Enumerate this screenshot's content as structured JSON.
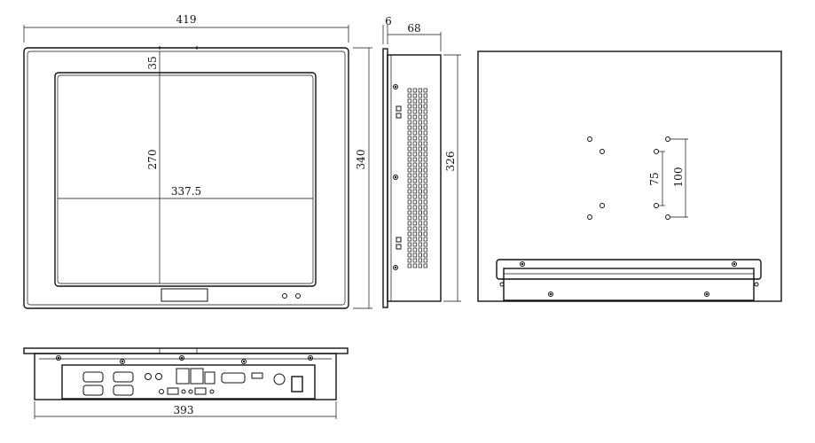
{
  "dimensions": {
    "front_width": "419",
    "front_top_margin": "35",
    "screen_height": "270",
    "screen_width": "337.5",
    "front_height": "340",
    "bezel_depth": "6",
    "body_depth": "68",
    "side_height": "326",
    "vesa_inner": "75",
    "vesa_outer": "100",
    "bottom_width": "393"
  },
  "colors": {
    "line": "#111111",
    "background": "#ffffff"
  }
}
